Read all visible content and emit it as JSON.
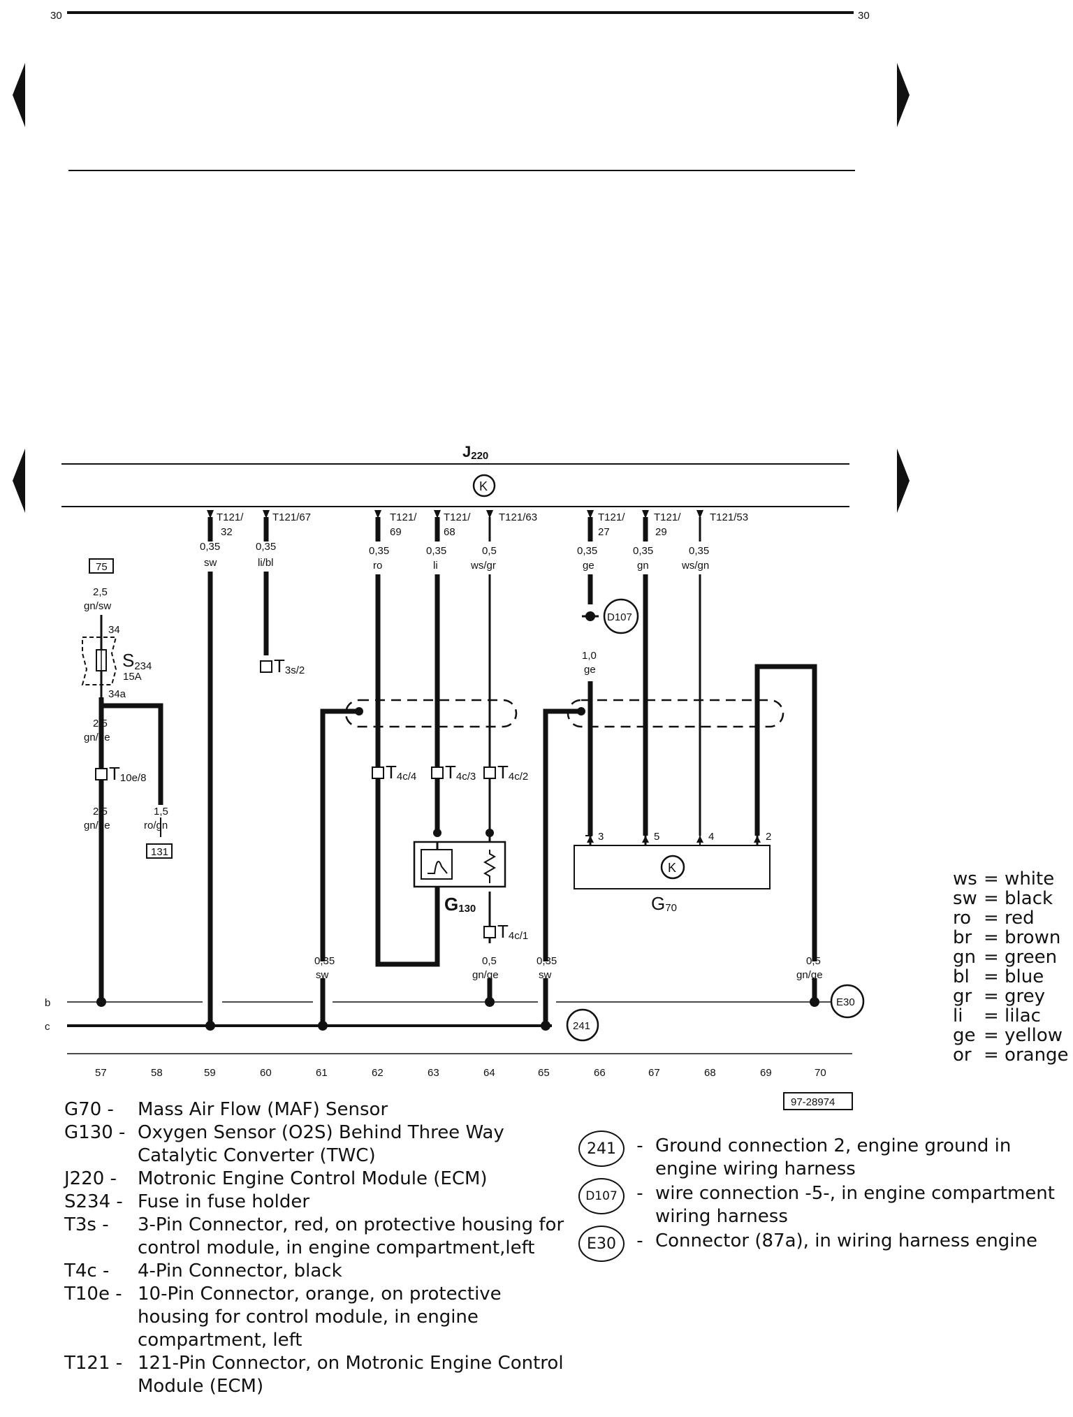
{
  "page": {
    "num_left": "30",
    "num_right": "30",
    "ref_code": "97-28974"
  },
  "ecm": {
    "label": "J",
    "label_sub": "220",
    "sym": "K"
  },
  "pins": [
    {
      "conn": "T121/",
      "conn2": "32",
      "gauge": "0,35",
      "color": "sw"
    },
    {
      "conn": "T121/67",
      "conn2": "",
      "gauge": "0,35",
      "color": "li/bl"
    },
    {
      "conn": "T121/",
      "conn2": "69",
      "gauge": "0,35",
      "color": "ro"
    },
    {
      "conn": "T121/",
      "conn2": "68",
      "gauge": "0,35",
      "color": "li"
    },
    {
      "conn": "T121/63",
      "conn2": "",
      "gauge": "0,5",
      "color": "ws/gr"
    },
    {
      "conn": "T121/",
      "conn2": "27",
      "gauge": "0,35",
      "color": "ge"
    },
    {
      "conn": "T121/",
      "conn2": "29",
      "gauge": "0,35",
      "color": "gn"
    },
    {
      "conn": "T121/53",
      "conn2": "",
      "gauge": "0,35",
      "color": "ws/gn"
    }
  ],
  "wires": {
    "w75": "75",
    "w75_gauge": "2,5",
    "w75_color": "gn/sw",
    "fuse_pin_in": "34",
    "fuse_pin_out": "34a",
    "fuse_label": "S",
    "fuse_sub": "234",
    "fuse_amp": "15A",
    "after_fuse_gauge": "2,5",
    "after_fuse_color": "gn/ge",
    "t10_label": "T",
    "t10_sub": "10e/8",
    "w57_gauge": "2,5",
    "w57_color": "gn/ge",
    "w58_gauge": "1,5",
    "w58_color": "ro/gn",
    "w131": "131",
    "t3s_label": "T",
    "t3s_sub": "3s/2",
    "d107_gauge": "1,0",
    "d107_color": "ge",
    "t4c4": "4c/4",
    "t4c3": "4c/3",
    "t4c2": "4c/2",
    "t4c1": "4c/1",
    "t4_T": "T",
    "w61_gauge": "0,35",
    "w61_color": "sw",
    "w64_gauge": "0,5",
    "w64_color": "gn/ge",
    "w65_gauge": "0,35",
    "w65_color": "sw",
    "w70_gauge": "0,5",
    "w70_color": "gn/ge",
    "g130_label": "G",
    "g130_sub": "130",
    "g70_label": "G",
    "g70_sub": "70",
    "g70_pin3": "3",
    "g70_pin5": "5",
    "g70_pin4": "4",
    "g70_pin2": "2",
    "rail_b": "b",
    "rail_c": "c",
    "d107": "D107",
    "gnd241": "241",
    "e30": "E30"
  },
  "tracks": [
    "57",
    "58",
    "59",
    "60",
    "61",
    "62",
    "63",
    "64",
    "65",
    "66",
    "67",
    "68",
    "69",
    "70"
  ],
  "legend": [
    {
      "code": "G70",
      "dash": "-",
      "desc": "Mass Air Flow (MAF) Sensor"
    },
    {
      "code": "G130",
      "dash": "-",
      "desc": "Oxygen Sensor (O2S) Behind Three Way Catalytic Converter (TWC)"
    },
    {
      "code": "J220",
      "dash": "-",
      "desc": "Motronic Engine Control Module (ECM)"
    },
    {
      "code": "S234",
      "dash": "-",
      "desc": "Fuse in fuse holder"
    },
    {
      "code": "T3s",
      "dash": "-",
      "desc": "3-Pin Connector, red, on protective housing  for control module, in engine compartment,left"
    },
    {
      "code": "T4c",
      "dash": "-",
      "desc": "4-Pin Connector, black"
    },
    {
      "code": "T10e",
      "dash": "-",
      "desc": "10-Pin Connector, orange, on protective housing for control module, in engine compartment, left"
    },
    {
      "code": "T121",
      "dash": "-",
      "desc": "121-Pin Connector, on Motronic Engine Control Module (ECM)"
    }
  ],
  "ground_legend": [
    {
      "sym": "241",
      "dash": "-",
      "desc": "Ground connection 2, engine ground in engine wiring harness"
    },
    {
      "sym": "D107",
      "dash": "-",
      "desc": "wire connection -5-, in engine compartment wiring harness"
    },
    {
      "sym": "E30",
      "dash": "-",
      "desc": "Connector (87a), in wiring harness engine"
    }
  ],
  "color_codes": [
    {
      "code": "ws",
      "name": "= white"
    },
    {
      "code": "sw",
      "name": "= black"
    },
    {
      "code": "ro",
      "name": "= red"
    },
    {
      "code": "br",
      "name": "= brown"
    },
    {
      "code": "gn",
      "name": "= green"
    },
    {
      "code": "bl",
      "name": "= blue"
    },
    {
      "code": "gr",
      "name": "= grey"
    },
    {
      "code": "li",
      "name": "= lilac"
    },
    {
      "code": "ge",
      "name": "= yellow"
    },
    {
      "code": "or",
      "name": "= orange"
    }
  ]
}
